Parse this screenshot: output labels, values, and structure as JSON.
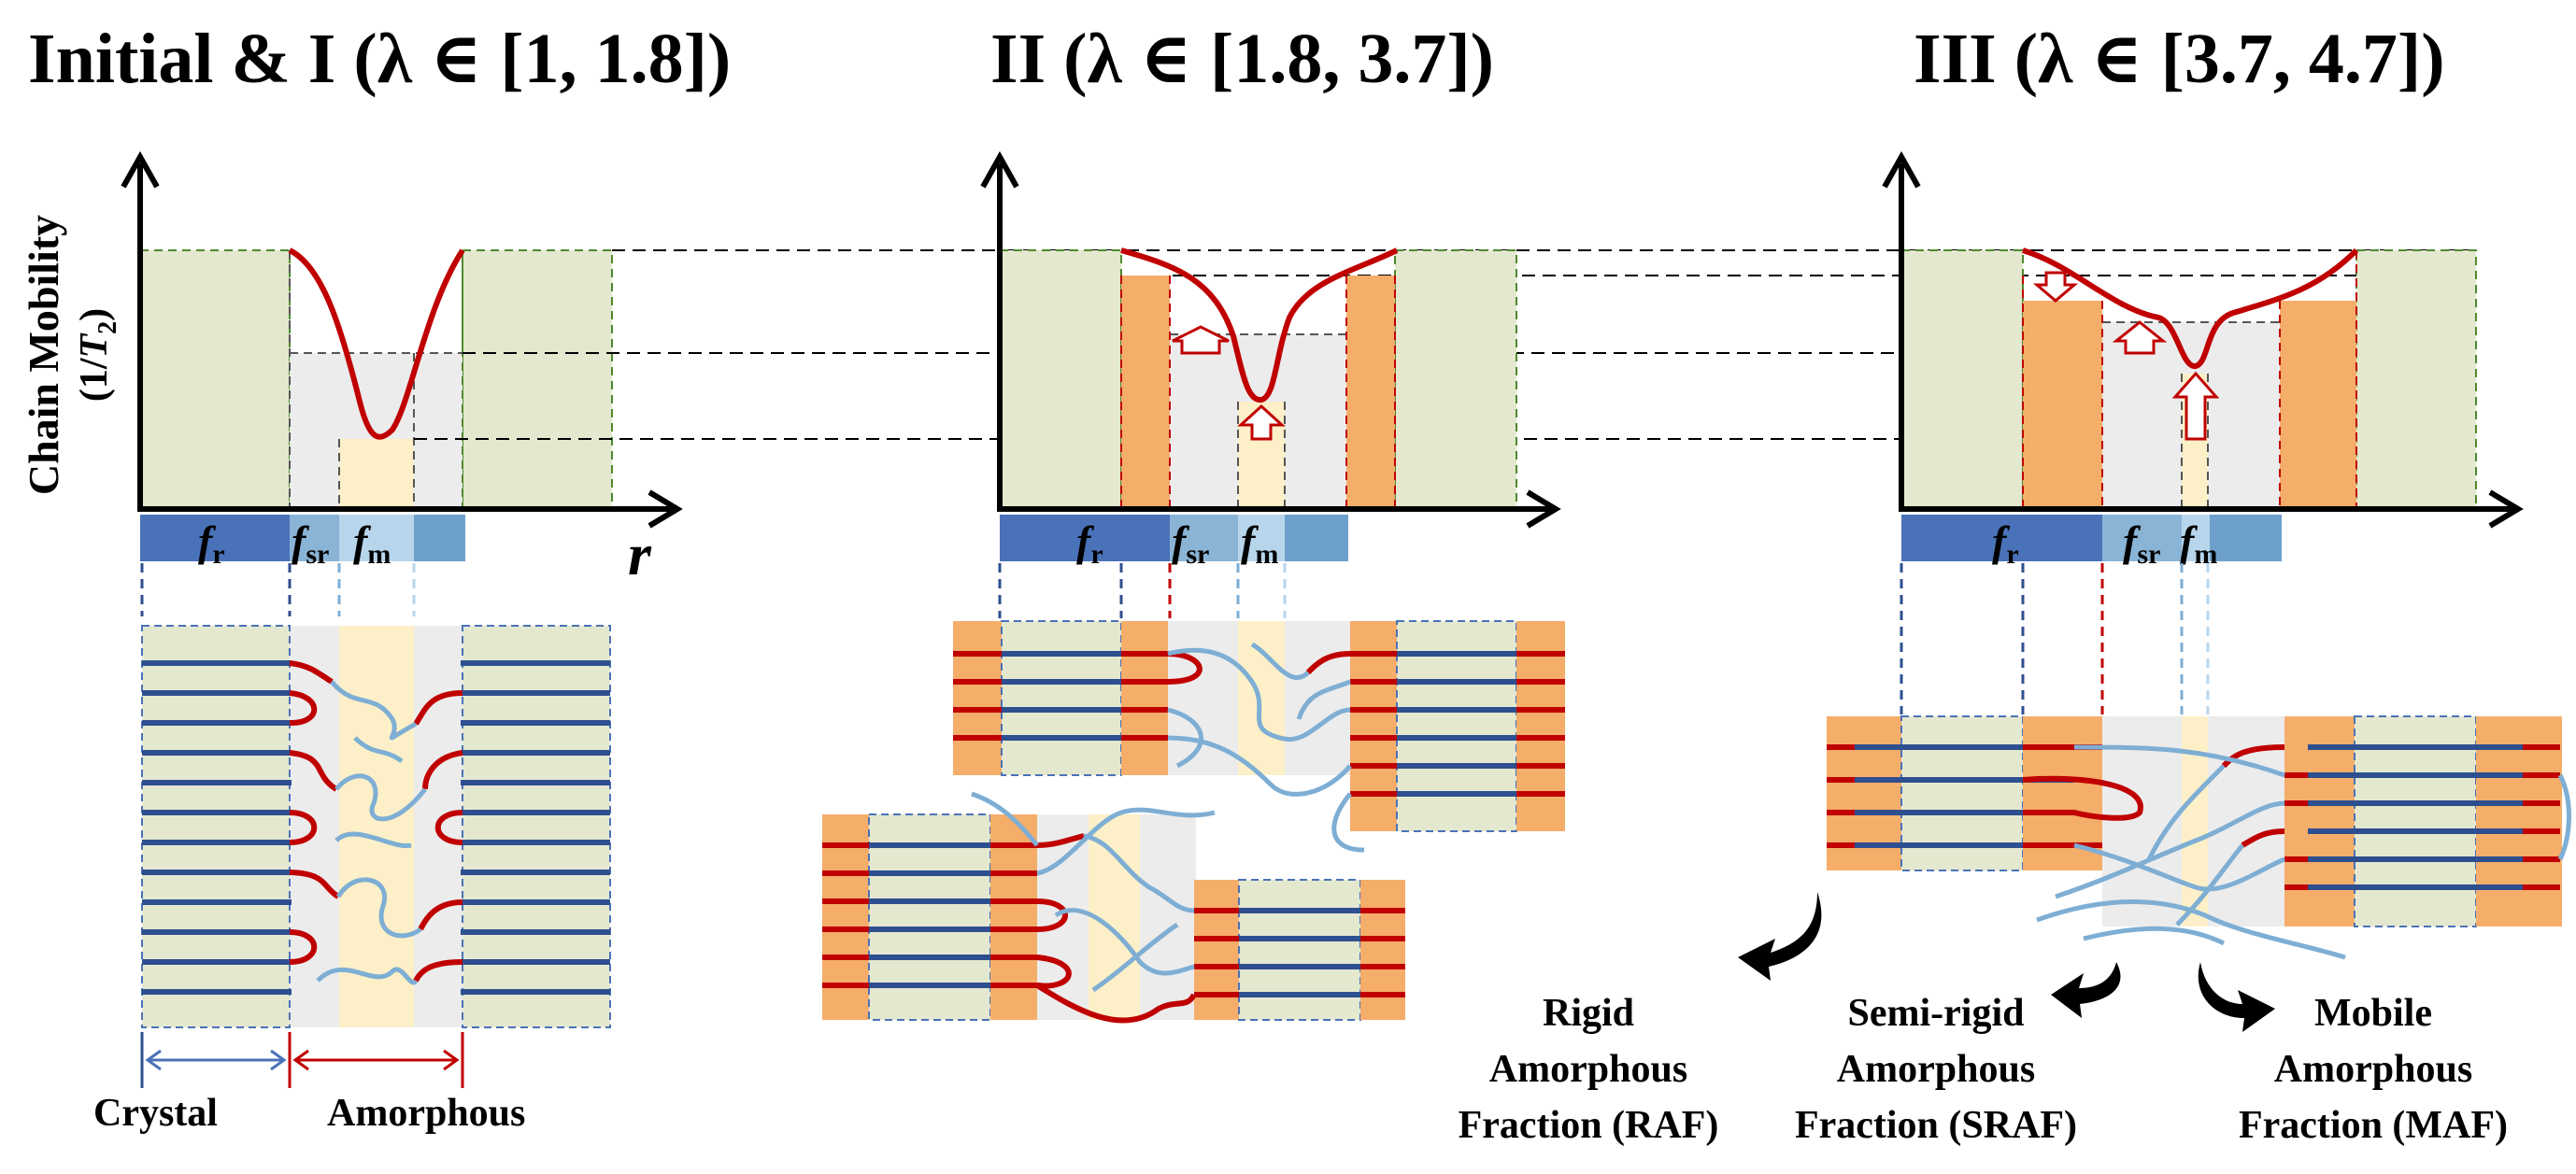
{
  "panels": [
    {
      "title": "Initial & I (λ ∈ [1, 1.8])"
    },
    {
      "title": "II (λ ∈ [1.8, 3.7])"
    },
    {
      "title": "III (λ ∈ [3.7, 4.7])"
    }
  ],
  "axis": {
    "ylabel_line1": "Chain Mobility",
    "ylabel_line2_open": "(1/",
    "ylabel_T": "T",
    "ylabel_sub": "2",
    "ylabel_close": ")",
    "xlabel": "r"
  },
  "fractions": {
    "f": "f",
    "r_sub": "r",
    "sr_sub": "sr",
    "m_sub": "m"
  },
  "legend": {
    "crystal": "Crystal",
    "amorphous": "Amorphous"
  },
  "categories": [
    {
      "line1": "Rigid",
      "line2": "Amorphous",
      "line3": "Fraction (RAF)"
    },
    {
      "line1": "Semi-rigid",
      "line2": "Amorphous",
      "line3": "Fraction (SRAF)"
    },
    {
      "line1": "Mobile",
      "line2": "Amorphous",
      "line3": "Fraction (MAF)"
    }
  ],
  "colors": {
    "crystal_fill": "#e3e8cf",
    "crystal_border": "#4f8a2c",
    "raf_orange": "#f5ad6a",
    "amorphous_grey": "#ececec",
    "mobile_yellow": "#fdf0c8",
    "chain_blue": "#2e4f8f",
    "chain_red": "#c00000",
    "chain_lightblue": "#7eaed4",
    "bar_dark": "#4a72b8",
    "bar_mid": "#8ab4d6",
    "bar_light": "#b7d6ec",
    "bar_steel": "#6ea0cc"
  }
}
